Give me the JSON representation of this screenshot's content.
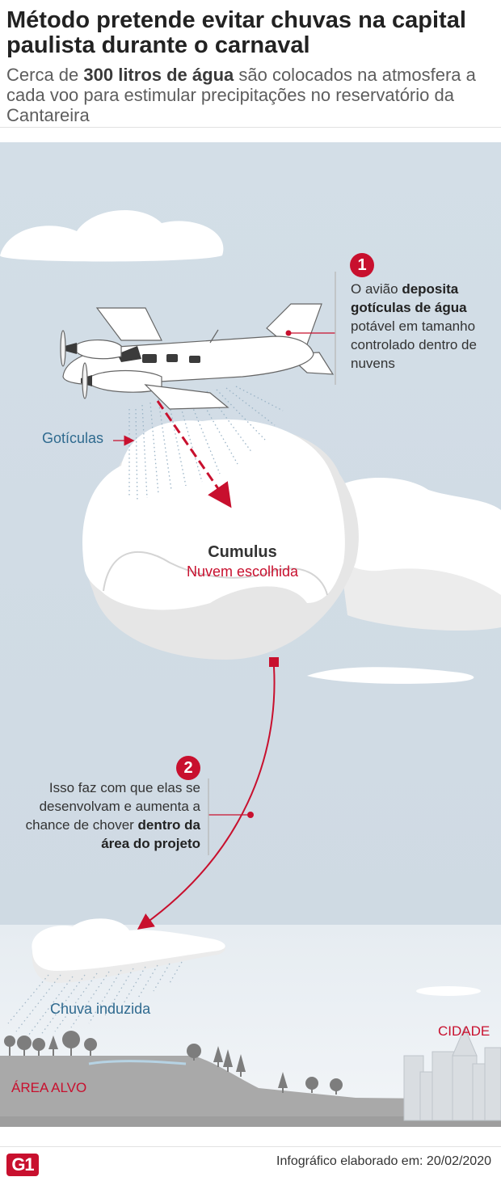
{
  "header": {
    "title": "Método pretende evitar chuvas na capital paulista durante o carnaval",
    "subtitle_pre": "Cerca de ",
    "subtitle_bold": "300 litros de água",
    "subtitle_post": " são colocados na atmosfera a cada voo para estimular precipitações no reservatório da Cantareira"
  },
  "steps": [
    {
      "number": "1",
      "text_pre": "O avião ",
      "text_bold": "deposita gotículas de água",
      "text_post": " potável em tamanho controlado dentro de nuvens"
    },
    {
      "number": "2",
      "text_pre": "Isso faz com que elas se desenvolvam e aumenta a chance de chover ",
      "text_bold": "dentro da área do projeto",
      "text_post": ""
    }
  ],
  "labels": {
    "droplets": "Gotículas",
    "cloud_name": "Cumulus",
    "cloud_desc": "Nuvem escolhida",
    "rain": "Chuva induzida",
    "city": "CIDADE",
    "target_area": "ÁREA ALVO"
  },
  "footer": {
    "logo": "G1",
    "credit": "Infográfico elaborado em: 20/02/2020"
  },
  "colors": {
    "sky": "#d2dde6",
    "accent_red": "#c8102e",
    "label_blue": "#2f6a8f",
    "ground": "#a9a9a9"
  }
}
